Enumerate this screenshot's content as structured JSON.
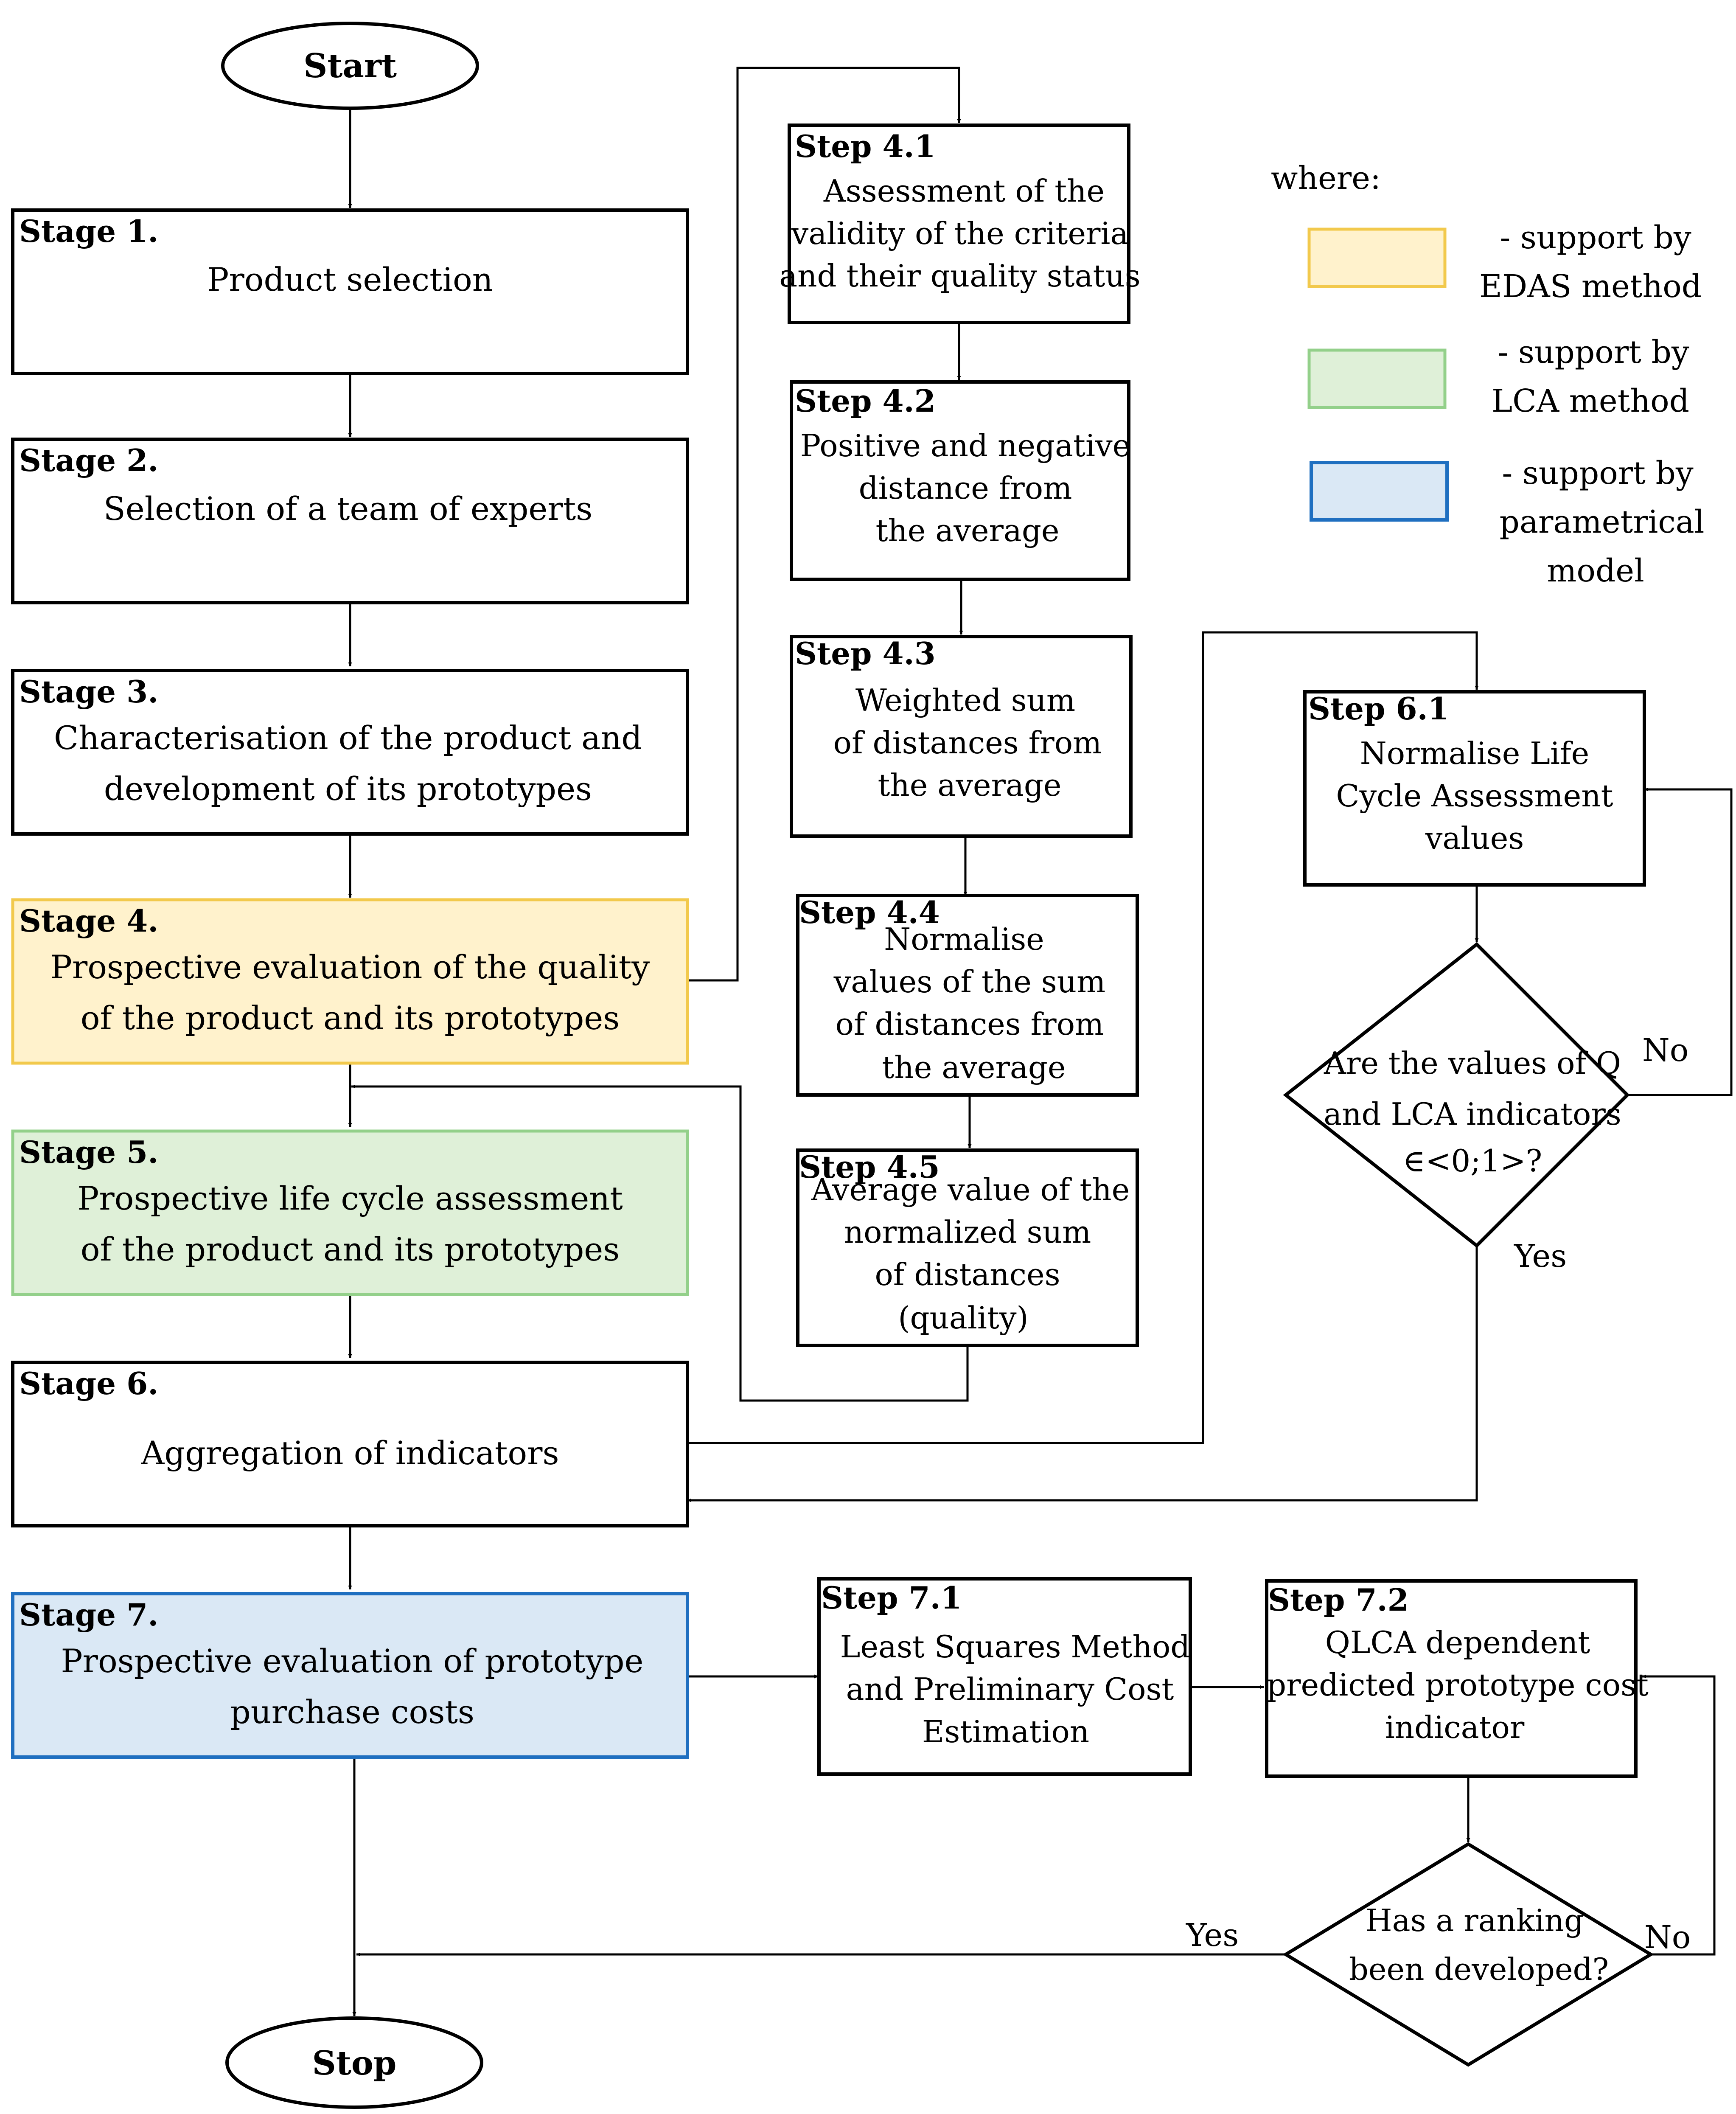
{
  "start_label": "Start",
  "stop_label": "Stop",
  "legend": {
    "title": "where:",
    "items": [
      {
        "line1": "- support by",
        "line2": "EDAS method",
        "line3": "",
        "color": "#fff2cc"
      },
      {
        "line1": "- support by",
        "line2": "LCA method",
        "line3": "",
        "color": "#dff0d8"
      },
      {
        "line1": "- support by",
        "line2": "parametrical",
        "line3": "model",
        "color": "#dae8f5"
      }
    ]
  },
  "stages": [
    {
      "title": "Stage 1.",
      "line1": "Product selection",
      "line2": ""
    },
    {
      "title": "Stage 2.",
      "line1": "Selection of a team of experts",
      "line2": ""
    },
    {
      "title": "Stage 3.",
      "line1": "Characterisation of the product and",
      "line2": "development of its prototypes"
    },
    {
      "title": "Stage 4.",
      "line1": "Prospective evaluation of the quality",
      "line2": "of the product and its prototypes"
    },
    {
      "title": "Stage 5.",
      "line1": "Prospective life cycle assessment",
      "line2": "of the product and its prototypes"
    },
    {
      "title": "Stage 6.",
      "line1": "Aggregation of indicators",
      "line2": ""
    },
    {
      "title": "Stage 7.",
      "line1": "Prospective evaluation of prototype",
      "line2": "purchase costs"
    }
  ],
  "steps4": [
    {
      "title": "Step 4.1",
      "lines": [
        "Assessment of the",
        "validity of the criteria",
        "and their quality status"
      ]
    },
    {
      "title": "Step 4.2",
      "lines": [
        "Positive and negative",
        "distance from",
        "the average"
      ]
    },
    {
      "title": "Step 4.3",
      "lines": [
        "Weighted sum",
        "of distances from",
        "the average"
      ]
    },
    {
      "title": "Step 4.4",
      "lines": [
        "Normalise",
        "values of the sum",
        "of distances from",
        "the average"
      ]
    },
    {
      "title": "Step 4.5",
      "lines": [
        "Average value of the",
        "normalized sum",
        "of distances",
        "(quality)"
      ]
    }
  ],
  "step61": {
    "title": "Step 6.1",
    "lines": [
      "Normalise Life",
      "Cycle Assessment",
      "values"
    ]
  },
  "decision1": {
    "lines": [
      "Are the values of Q",
      "and LCA indicators",
      "∈<0;1>?"
    ],
    "yes": "Yes",
    "no": "No"
  },
  "step71": {
    "title": "Step 7.1",
    "lines": [
      "Least Squares Method",
      "and Preliminary Cost",
      "Estimation"
    ]
  },
  "step72": {
    "title": "Step 7.2",
    "lines": [
      "QLCA dependent",
      "predicted prototype cost",
      "indicator"
    ]
  },
  "decision2": {
    "lines": [
      "Has a ranking",
      "been developed?"
    ],
    "yes": "Yes",
    "no": "No"
  }
}
